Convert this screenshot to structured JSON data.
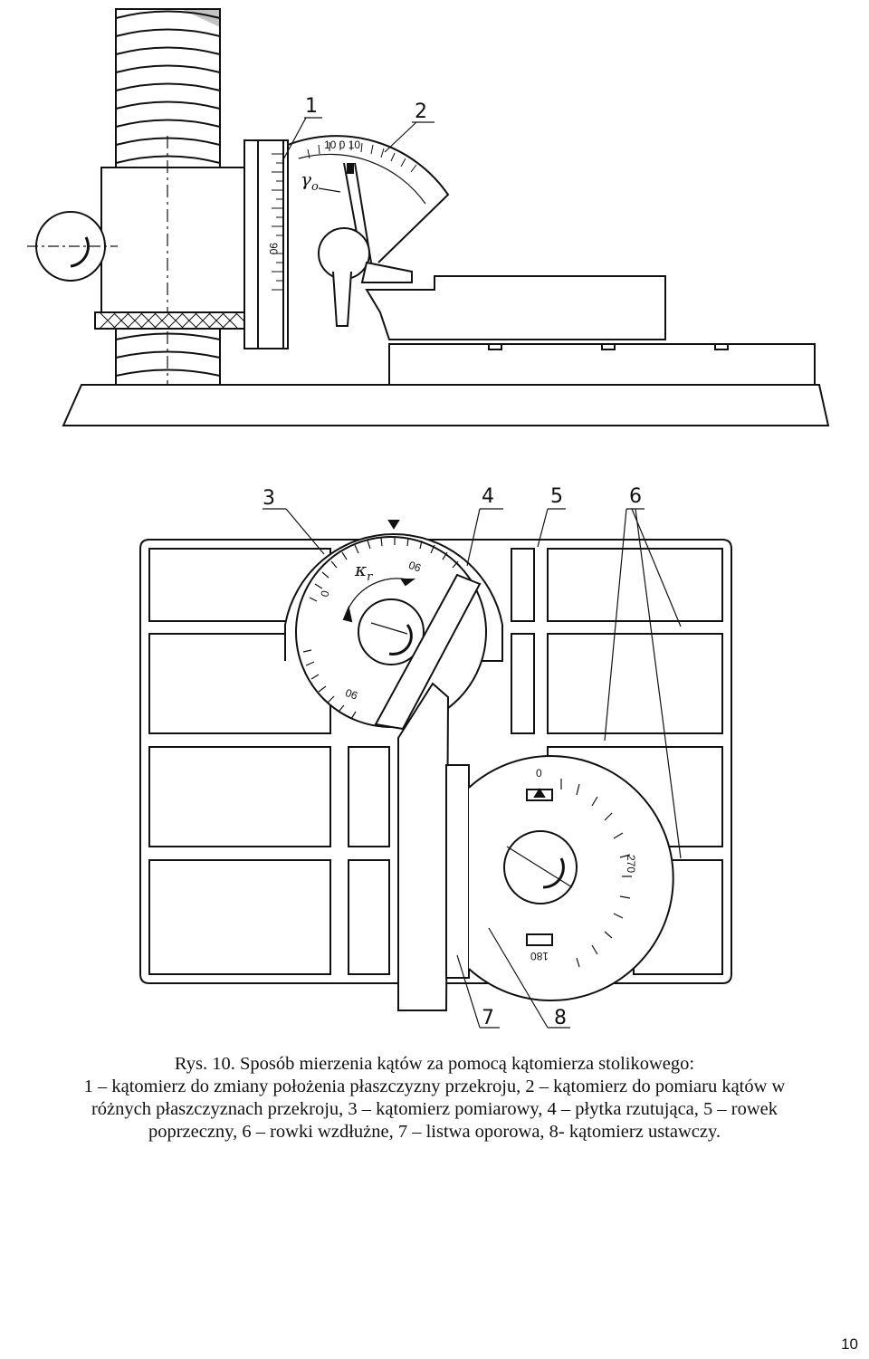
{
  "figure": {
    "top_callouts": [
      "1",
      "2"
    ],
    "bottom_callouts": [
      "3",
      "4",
      "5",
      "6",
      "7",
      "8"
    ],
    "symbols": {
      "gamma": "γ",
      "gamma_sub": "o",
      "kappa": "κ",
      "kappa_sub": "r"
    },
    "scale_labels": {
      "upper_protractor": "10 0 10",
      "side_scale": "90",
      "dial_90_top": "90",
      "dial_0": "0",
      "dial_90_bottom": "90",
      "setting_0": "0",
      "setting_270": "270",
      "setting_180": "180"
    }
  },
  "caption": {
    "lines": [
      "Rys. 10. Sposób mierzenia kątów za pomocą kątomierza stolikowego:",
      "1 – kątomierz do zmiany położenia płaszczyzny przekroju, 2 – kątomierz do pomiaru kątów w",
      "różnych płaszczyznach przekroju, 3 – kątomierz pomiarowy, 4 – płytka rzutująca, 5 – rowek",
      "poprzeczny, 6 – rowki wzdłużne, 7 – listwa oporowa, 8- kątomierz ustawczy."
    ]
  },
  "page_number": "10"
}
